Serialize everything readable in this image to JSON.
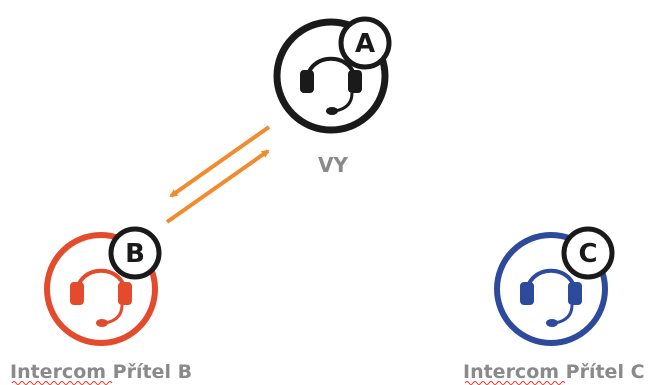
{
  "nodes": {
    "a": {
      "badge": "A",
      "label": "VY",
      "color": "#1a1a1a",
      "label_color": "#8a8a8a"
    },
    "b": {
      "badge": "B",
      "label": "Intercom Přítel B",
      "color": "#e34b2c",
      "label_color": "#8a8a8a"
    },
    "c": {
      "badge": "C",
      "label": "Intercom Přítel C",
      "color": "#2d4a9c",
      "label_color": "#8a8a8a"
    }
  },
  "arrow_color": "#f28a2e",
  "spellcheck_underline_color": "#e0342b"
}
